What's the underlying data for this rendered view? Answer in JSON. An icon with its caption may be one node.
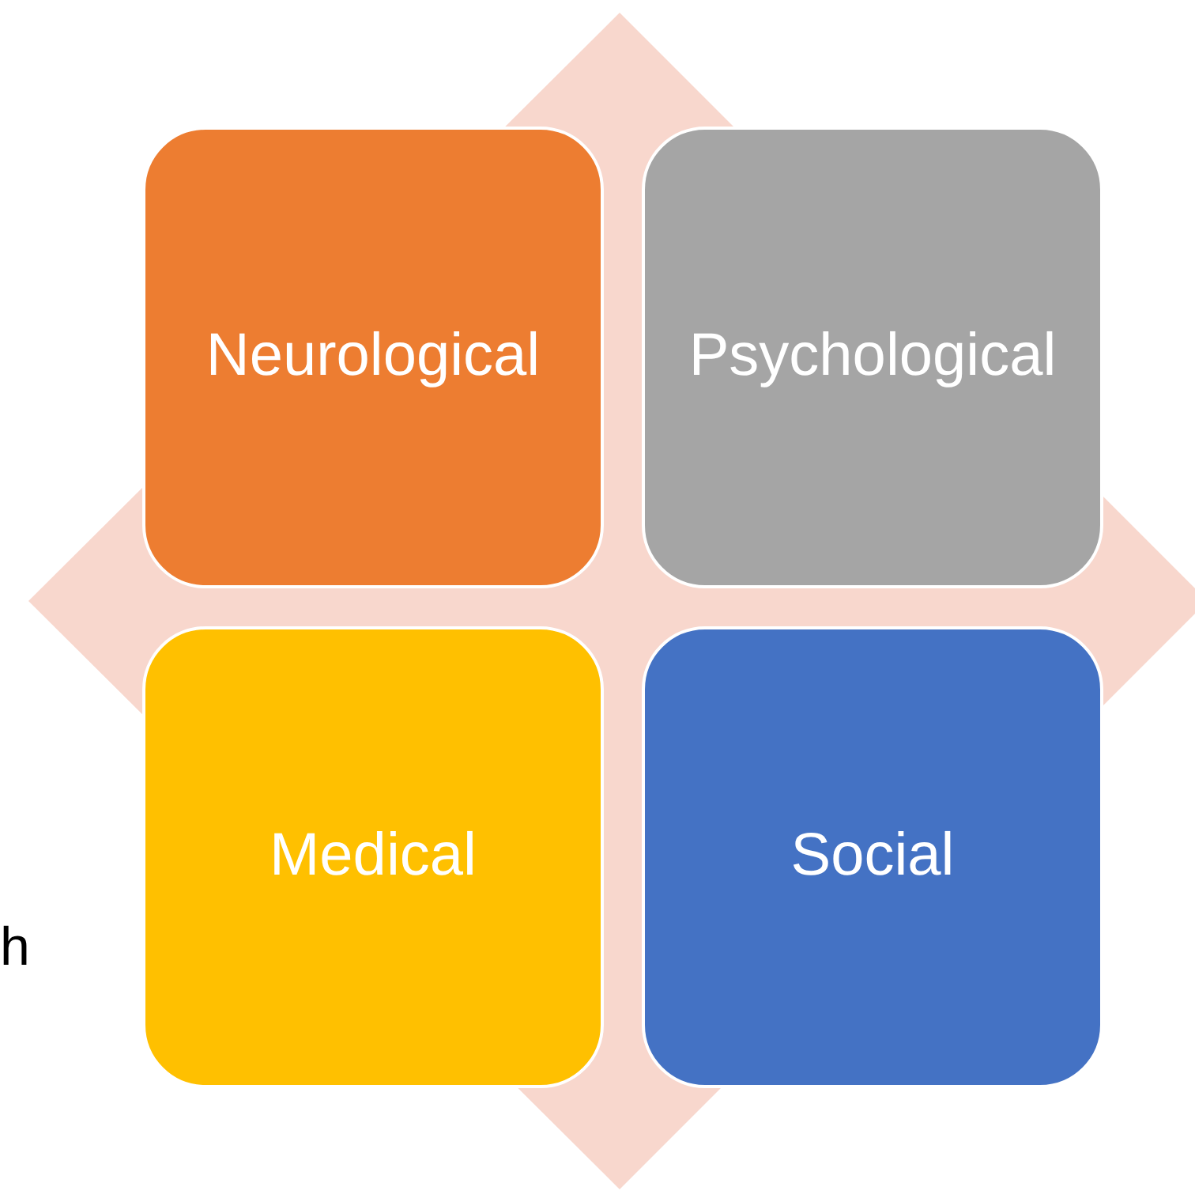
{
  "diagram": {
    "nodes": [
      {
        "text": [
          "Neurological"
        ]
      },
      {
        "text": [
          "Psychological"
        ]
      },
      {
        "text": [
          "Medical"
        ]
      },
      {
        "text": [
          "Social"
        ]
      }
    ],
    "labels": [
      "h"
    ]
  }
}
